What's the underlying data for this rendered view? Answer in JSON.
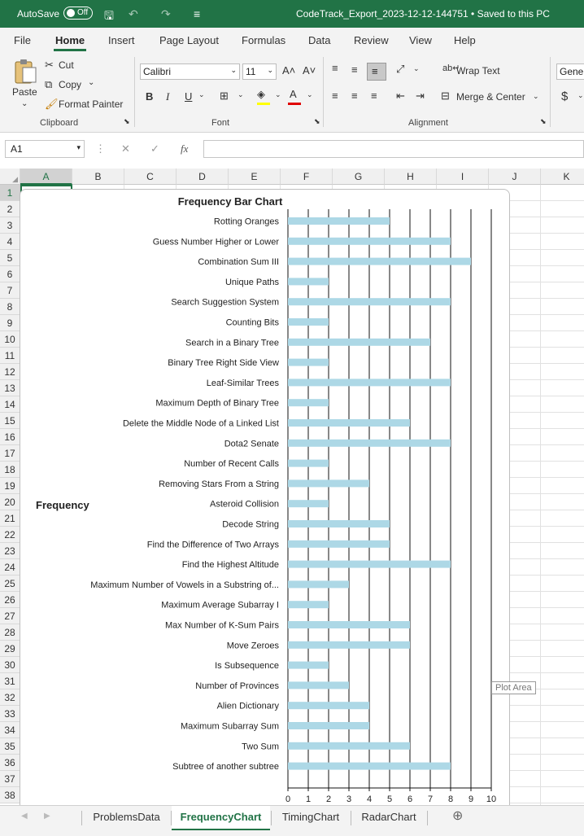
{
  "titlebar": {
    "autosave_label": "AutoSave",
    "autosave_state": "Off",
    "document_title": "CodeTrack_Export_2023-12-12-144751 • Saved to this PC"
  },
  "menu_tabs": [
    "File",
    "Home",
    "Insert",
    "Page Layout",
    "Formulas",
    "Data",
    "Review",
    "View",
    "Help"
  ],
  "ribbon": {
    "clipboard": {
      "paste": "Paste",
      "cut": "Cut",
      "copy": "Copy",
      "format_painter": "Format Painter",
      "group": "Clipboard"
    },
    "font": {
      "name": "Calibri",
      "size": "11",
      "bold": "B",
      "italic": "I",
      "underline": "U",
      "group": "Font"
    },
    "alignment": {
      "wrap_text": "Wrap Text",
      "merge_center": "Merge & Center",
      "group": "Alignment"
    },
    "number": {
      "format": "Gener",
      "currency": "$"
    }
  },
  "formula_bar": {
    "name_box": "A1",
    "fx": "fx",
    "content": ""
  },
  "columns": [
    "A",
    "B",
    "C",
    "D",
    "E",
    "F",
    "G",
    "H",
    "I",
    "J",
    "K"
  ],
  "rows": [
    "1",
    "2",
    "3",
    "4",
    "5",
    "6",
    "7",
    "8",
    "9",
    "10",
    "11",
    "12",
    "13",
    "14",
    "15",
    "16",
    "17",
    "18",
    "19",
    "20",
    "21",
    "22",
    "23",
    "24",
    "25",
    "26",
    "27",
    "28",
    "29",
    "30",
    "31",
    "32",
    "33",
    "34",
    "35",
    "36",
    "37",
    "38"
  ],
  "chart_data": {
    "type": "bar",
    "orientation": "horizontal",
    "title": "Frequency Bar Chart",
    "ylabel": "Frequency",
    "xlabel": "",
    "xlim": [
      0,
      10
    ],
    "xticks": [
      "0",
      "1",
      "2",
      "3",
      "4",
      "5",
      "6",
      "7",
      "8",
      "9",
      "10"
    ],
    "grid": true,
    "bar_color": "#add8e6",
    "categories": [
      "Rotting Oranges",
      "Guess Number Higher or Lower",
      "Combination Sum III",
      "Unique Paths",
      "Search Suggestion System",
      "Counting Bits",
      "Search in a Binary Tree",
      "Binary Tree Right Side View",
      "Leaf-Similar Trees",
      "Maximum Depth of Binary Tree",
      "Delete the Middle Node of a Linked List",
      "Dota2 Senate",
      "Number of Recent Calls",
      "Removing Stars From a String",
      "Asteroid Collision",
      "Decode String",
      "Find the Difference of Two Arrays",
      "Find the Highest Altitude",
      "Maximum Number of Vowels in a Substring of...",
      "Maximum Average Subarray I",
      "Max Number of K-Sum Pairs",
      "Move Zeroes",
      "Is Subsequence",
      "Number of Provinces",
      "Alien Dictionary",
      "Maximum Subarray Sum",
      "Two Sum",
      "Subtree of another subtree"
    ],
    "values": [
      5,
      8,
      9,
      2,
      8,
      2,
      7,
      2,
      8,
      2,
      6,
      8,
      2,
      4,
      2,
      5,
      5,
      8,
      3,
      2,
      6,
      6,
      2,
      3,
      4,
      4,
      6,
      8
    ]
  },
  "tooltip": "Plot Area",
  "sheet_tabs": [
    "ProblemsData",
    "FrequencyChart",
    "TimingChart",
    "RadarChart"
  ],
  "active_sheet": "FrequencyChart",
  "colors": {
    "excel_green": "#217346"
  }
}
